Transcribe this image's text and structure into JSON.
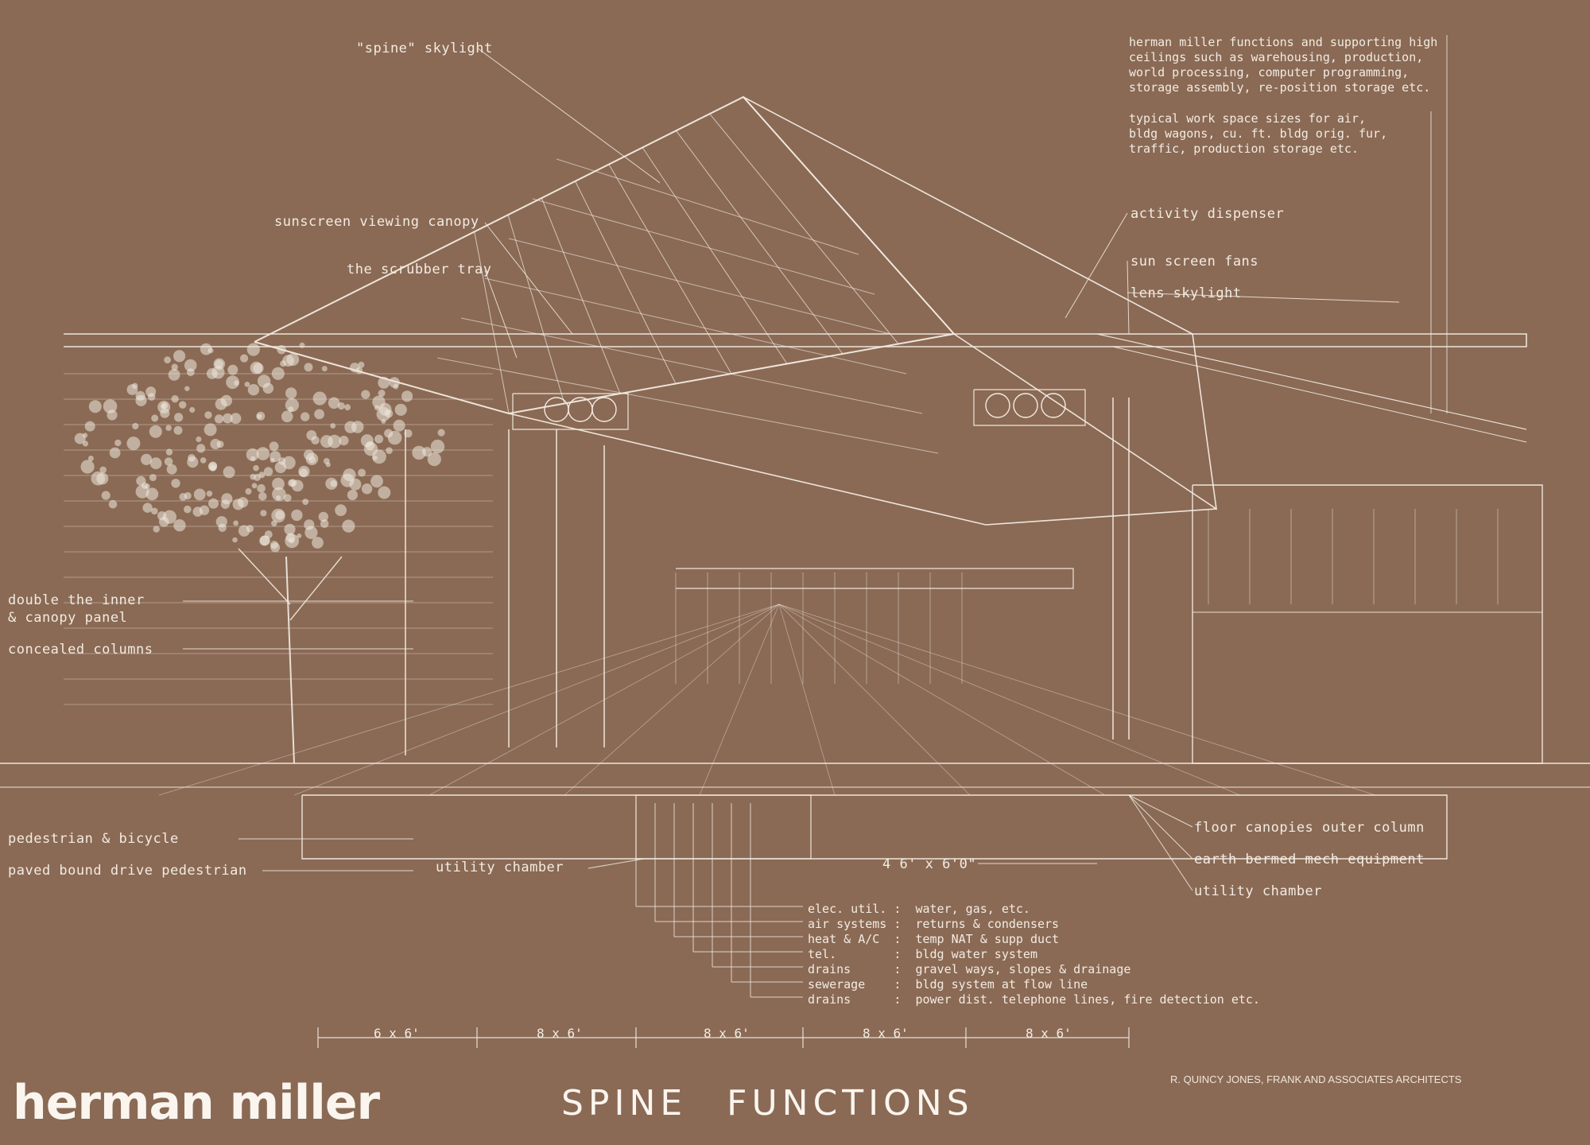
{
  "colors": {
    "background": "#8a6a55",
    "linework": "#f3ebe2",
    "tree_foliage": "#efe7dd"
  },
  "brand": {
    "name": "herman miller"
  },
  "title": {
    "text": "SPINE  FUNCTIONS"
  },
  "credits": {
    "line1": "R. QUINCY JONES, FRANK AND ASSOCIATES ARCHITECTS",
    "line2": "",
    "line3": ""
  },
  "callouts": {
    "skylight_top": "\"spine\" skylight",
    "sunscreen": "sunscreen viewing canopy",
    "air_scrubber": "the scrubber tray",
    "activity_dispenser": "activity dispenser",
    "sun_screen_fans": "sun screen fans",
    "lens_skylight": "lens skylight",
    "floor_canopies": "floor canopies outer column",
    "earth_mechanical": "earth bermed mech equipment",
    "utility_chamber": "utility chamber",
    "bottom_info_1": "double the inner",
    "bottom_info_2": "& canopy panel",
    "conceal_lift": "concealed columns",
    "pedestrian": "pedestrian & bicycle",
    "paved_route": "paved bound drive pedestrian",
    "utility_center": "utility chamber",
    "dimension_mid": "4 6' x 6'0\""
  },
  "notes": {
    "top_right_a": "herman miller functions and supporting high\nceilings such as warehousing, production,\nworld processing, computer programming,\nstorage assembly, re-position storage etc.",
    "top_right_b": "typical work space sizes for air,\nbldg wagons, cu. ft. bldg orig. fur,\ntraffic, production storage etc."
  },
  "utilities": [
    {
      "key": "elec. util.",
      "val": "water, gas, etc."
    },
    {
      "key": "air systems",
      "val": "returns & condensers"
    },
    {
      "key": "heat & A/C",
      "val": "temp NAT & supp duct"
    },
    {
      "key": "tel.",
      "val": "bldg water system"
    },
    {
      "key": "drains",
      "val": "gravel ways, slopes & drainage"
    },
    {
      "key": "sewerage",
      "val": "bldg system at flow line"
    },
    {
      "key": "drains",
      "val": "power dist. telephone lines, fire detection etc."
    }
  ],
  "dimensions": [
    "6 x 6'",
    "8 x 6'",
    "8 x 6'",
    "8 x 6'",
    "8 x 6'"
  ]
}
